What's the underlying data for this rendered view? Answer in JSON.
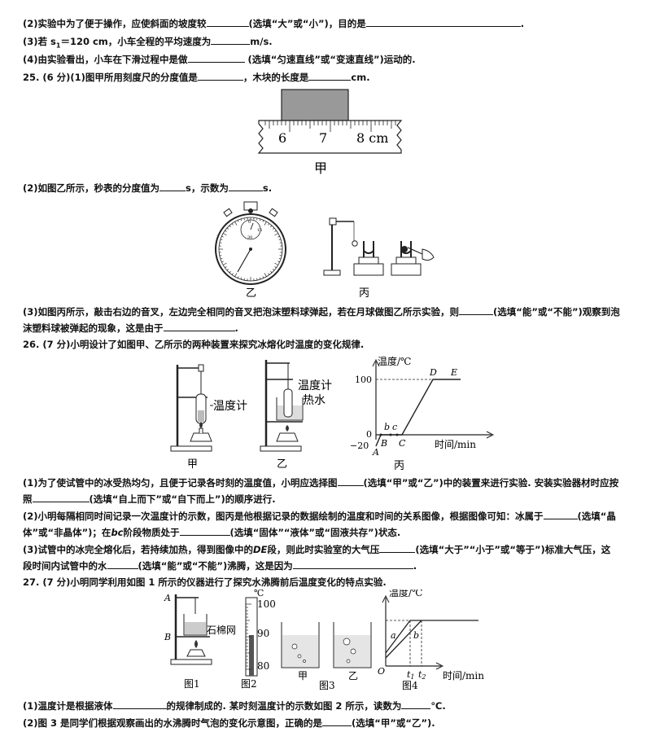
{
  "questions": {
    "q24_2": {
      "a": "(2)实验中为了便于操作，应使斜面的坡度较",
      "b": "(选填“大”或“小”)，目的是",
      "c": "."
    },
    "q24_3": {
      "a": "(3)若 s",
      "sub": "1",
      "b": "＝120 cm，小车全程的平均速度为",
      "c": "m/s."
    },
    "q24_4": {
      "a": "(4)由实验看出，小车在下滑过程中是做",
      "b": " (选填“匀速直线”或“变速直线”)运动的."
    },
    "q25_1": {
      "a": "25. (6 分)(1)图甲所用刻度尺的分度值是",
      "b": "，木块的长度是",
      "c": "cm."
    },
    "q25_2": {
      "a": "(2)如图乙所示，秒表的分度值为",
      "b": "s，示数为",
      "c": "s."
    },
    "q25_3": {
      "a": "(3)如图丙所示，敲击右边的音叉，左边完全相同的音叉把泡沫塑料球弹起，若在月球做图乙所示实验，则",
      "b": "(选填“能”或“不能”)观察到泡",
      "c": "沫塑料球被弹起的现象，这是由于",
      "d": "."
    },
    "q26": {
      "a": "26. (7 分)小明设计了如图甲、乙所示的两种装置来探究冰熔化时温度的变化规律."
    },
    "q26_1": {
      "a": "(1)为了使试管中的冰受热均匀，且便于记录各时刻的温度值，小明应选择图",
      "b": "(选填“甲”或“乙”)中的装置来进行实验. 安装实验器材时应按",
      "c": "照",
      "d": "(选填“自上而下”或“自下而上”)的顺序进行."
    },
    "q26_2": {
      "a": "(2)小明每隔相同时间记录一次温度计的示数，图丙是他根据记录的数据绘制的温度和时间的关系图像，根据图像可知：冰属于",
      "b": "(选填“晶",
      "c": "体”或“非晶体”)；在",
      "d": "bc",
      "e": "阶段物质处于",
      "f": "(选填“固体”“液体”或“固液共存”)状态."
    },
    "q26_3": {
      "a": "(3)试管中的冰完全熔化后，若持续加热，得到图像中的",
      "b": "DE",
      "c": "段，则此时实验室的大气压",
      "d": "(选填“大于”“小于”或“等于”)标准大气压，这",
      "e": "段时间内试管中的水",
      "f": "(选填“能”或“不能”)沸腾，这是因为",
      "g": "."
    },
    "q27": {
      "a": "27. (7 分)小明同学利用如图 1 所示的仪器进行了探究水沸腾前后温度变化的特点实验."
    },
    "q27_1": {
      "a": "(1)温度计是根据液体",
      "b": "的规律制成的. 某时刻温度计的示数如图 2 所示，读数为",
      "c": "℃."
    },
    "q27_2": {
      "a": "(2)图 3 是同学们根据观察画出的水沸腾时气泡的变化示意图，正确的是",
      "b": "(选填“甲”或“乙”)."
    }
  },
  "figures": {
    "ruler": {
      "ticks": [
        "6",
        "7",
        "8 cm"
      ],
      "caption": "甲"
    },
    "stopwatch": {
      "caption": "乙",
      "inner": [
        "0",
        "30",
        "15"
      ],
      "outer": [
        "60",
        "55",
        "5",
        "10",
        "50",
        "15",
        "45",
        "20",
        "40",
        "25",
        "35",
        "30"
      ]
    },
    "tuningfork": {
      "caption": "丙"
    },
    "fig26": {
      "jia": "甲",
      "yi": "乙",
      "bing": "丙",
      "thermo1": "温度计",
      "thermo2": "温度计",
      "hotwater": "热水",
      "ylabel": "温度/℃",
      "xlabel": "时间/min",
      "y100": "100",
      "y0": "0",
      "yneg": "−20",
      "pts": [
        "A",
        "B",
        "b",
        "c",
        "C",
        "D",
        "E"
      ]
    },
    "fig27": {
      "A": "A",
      "B": "B",
      "asbestos": "石棉网",
      "unit": "℃",
      "t100": "100",
      "t90": "90",
      "t80": "80",
      "jia": "甲",
      "yi": "乙",
      "ylabel": "温度/℃",
      "xlabel": "时间/min",
      "O": "O",
      "a": "a",
      "b": "b",
      "t1": "t",
      "t1s": "1",
      "t2": "t",
      "t2s": "2",
      "cap1": "图1",
      "cap2": "图2",
      "cap3": "图3",
      "cap4": "图4"
    }
  }
}
